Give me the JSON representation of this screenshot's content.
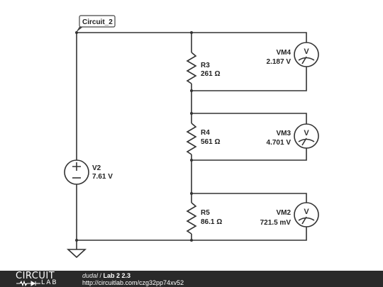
{
  "circuit_name": "Circuit_2",
  "components": {
    "V2": {
      "name": "V2",
      "value": "7.61 V"
    },
    "R3": {
      "name": "R3",
      "value": "261 Ω"
    },
    "R4": {
      "name": "R4",
      "value": "561 Ω"
    },
    "R5": {
      "name": "R5",
      "value": "86.1 Ω"
    },
    "VM4": {
      "name": "VM4",
      "value": "2.187 V",
      "symbol": "V"
    },
    "VM3": {
      "name": "VM3",
      "value": "4.701 V",
      "symbol": "V"
    },
    "VM2": {
      "name": "VM2",
      "value": "721.5 mV",
      "symbol": "V"
    }
  },
  "footer": {
    "logo_top": "CIRCUIT",
    "logo_bottom": "LAB",
    "author": "dudal",
    "separator": " / ",
    "title": "Lab 2 2.3",
    "url": "http://circuitlab.com/czg32pp74xv52"
  },
  "colors": {
    "wire": "#333333",
    "footer_bg": "#2a2a2a"
  }
}
